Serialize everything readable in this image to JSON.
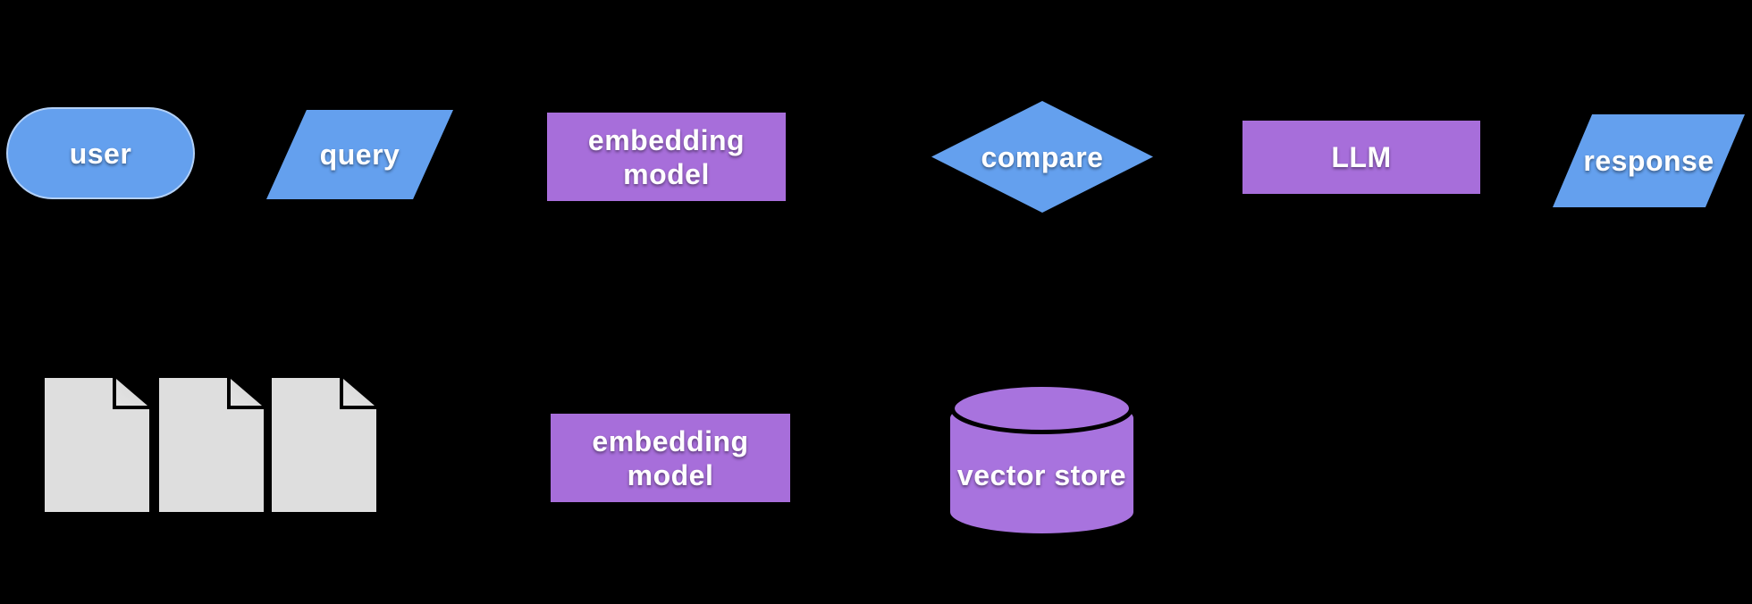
{
  "diagram": {
    "background": "#000000",
    "colors": {
      "flow_blue": "#64a0ee",
      "model_purple": "#a76eda",
      "store_purple": "#a873de",
      "document_gray": "#dedede",
      "label_text": "#ffffff"
    },
    "top_row": {
      "user": {
        "label": "user",
        "shape": "terminator"
      },
      "query": {
        "label": "query",
        "shape": "parallelogram"
      },
      "embedding_model": {
        "lines": [
          "embedding",
          "model"
        ],
        "shape": "rectangle"
      },
      "compare": {
        "label": "compare",
        "shape": "diamond"
      },
      "llm": {
        "label": "LLM",
        "shape": "rectangle"
      },
      "response": {
        "label": "response",
        "shape": "parallelogram"
      }
    },
    "bottom_row": {
      "documents": {
        "count": 3,
        "shape": "document"
      },
      "embedding_model": {
        "lines": [
          "embedding",
          "model"
        ],
        "shape": "rectangle"
      },
      "vector_store": {
        "label": "vector store",
        "shape": "cylinder"
      }
    }
  }
}
